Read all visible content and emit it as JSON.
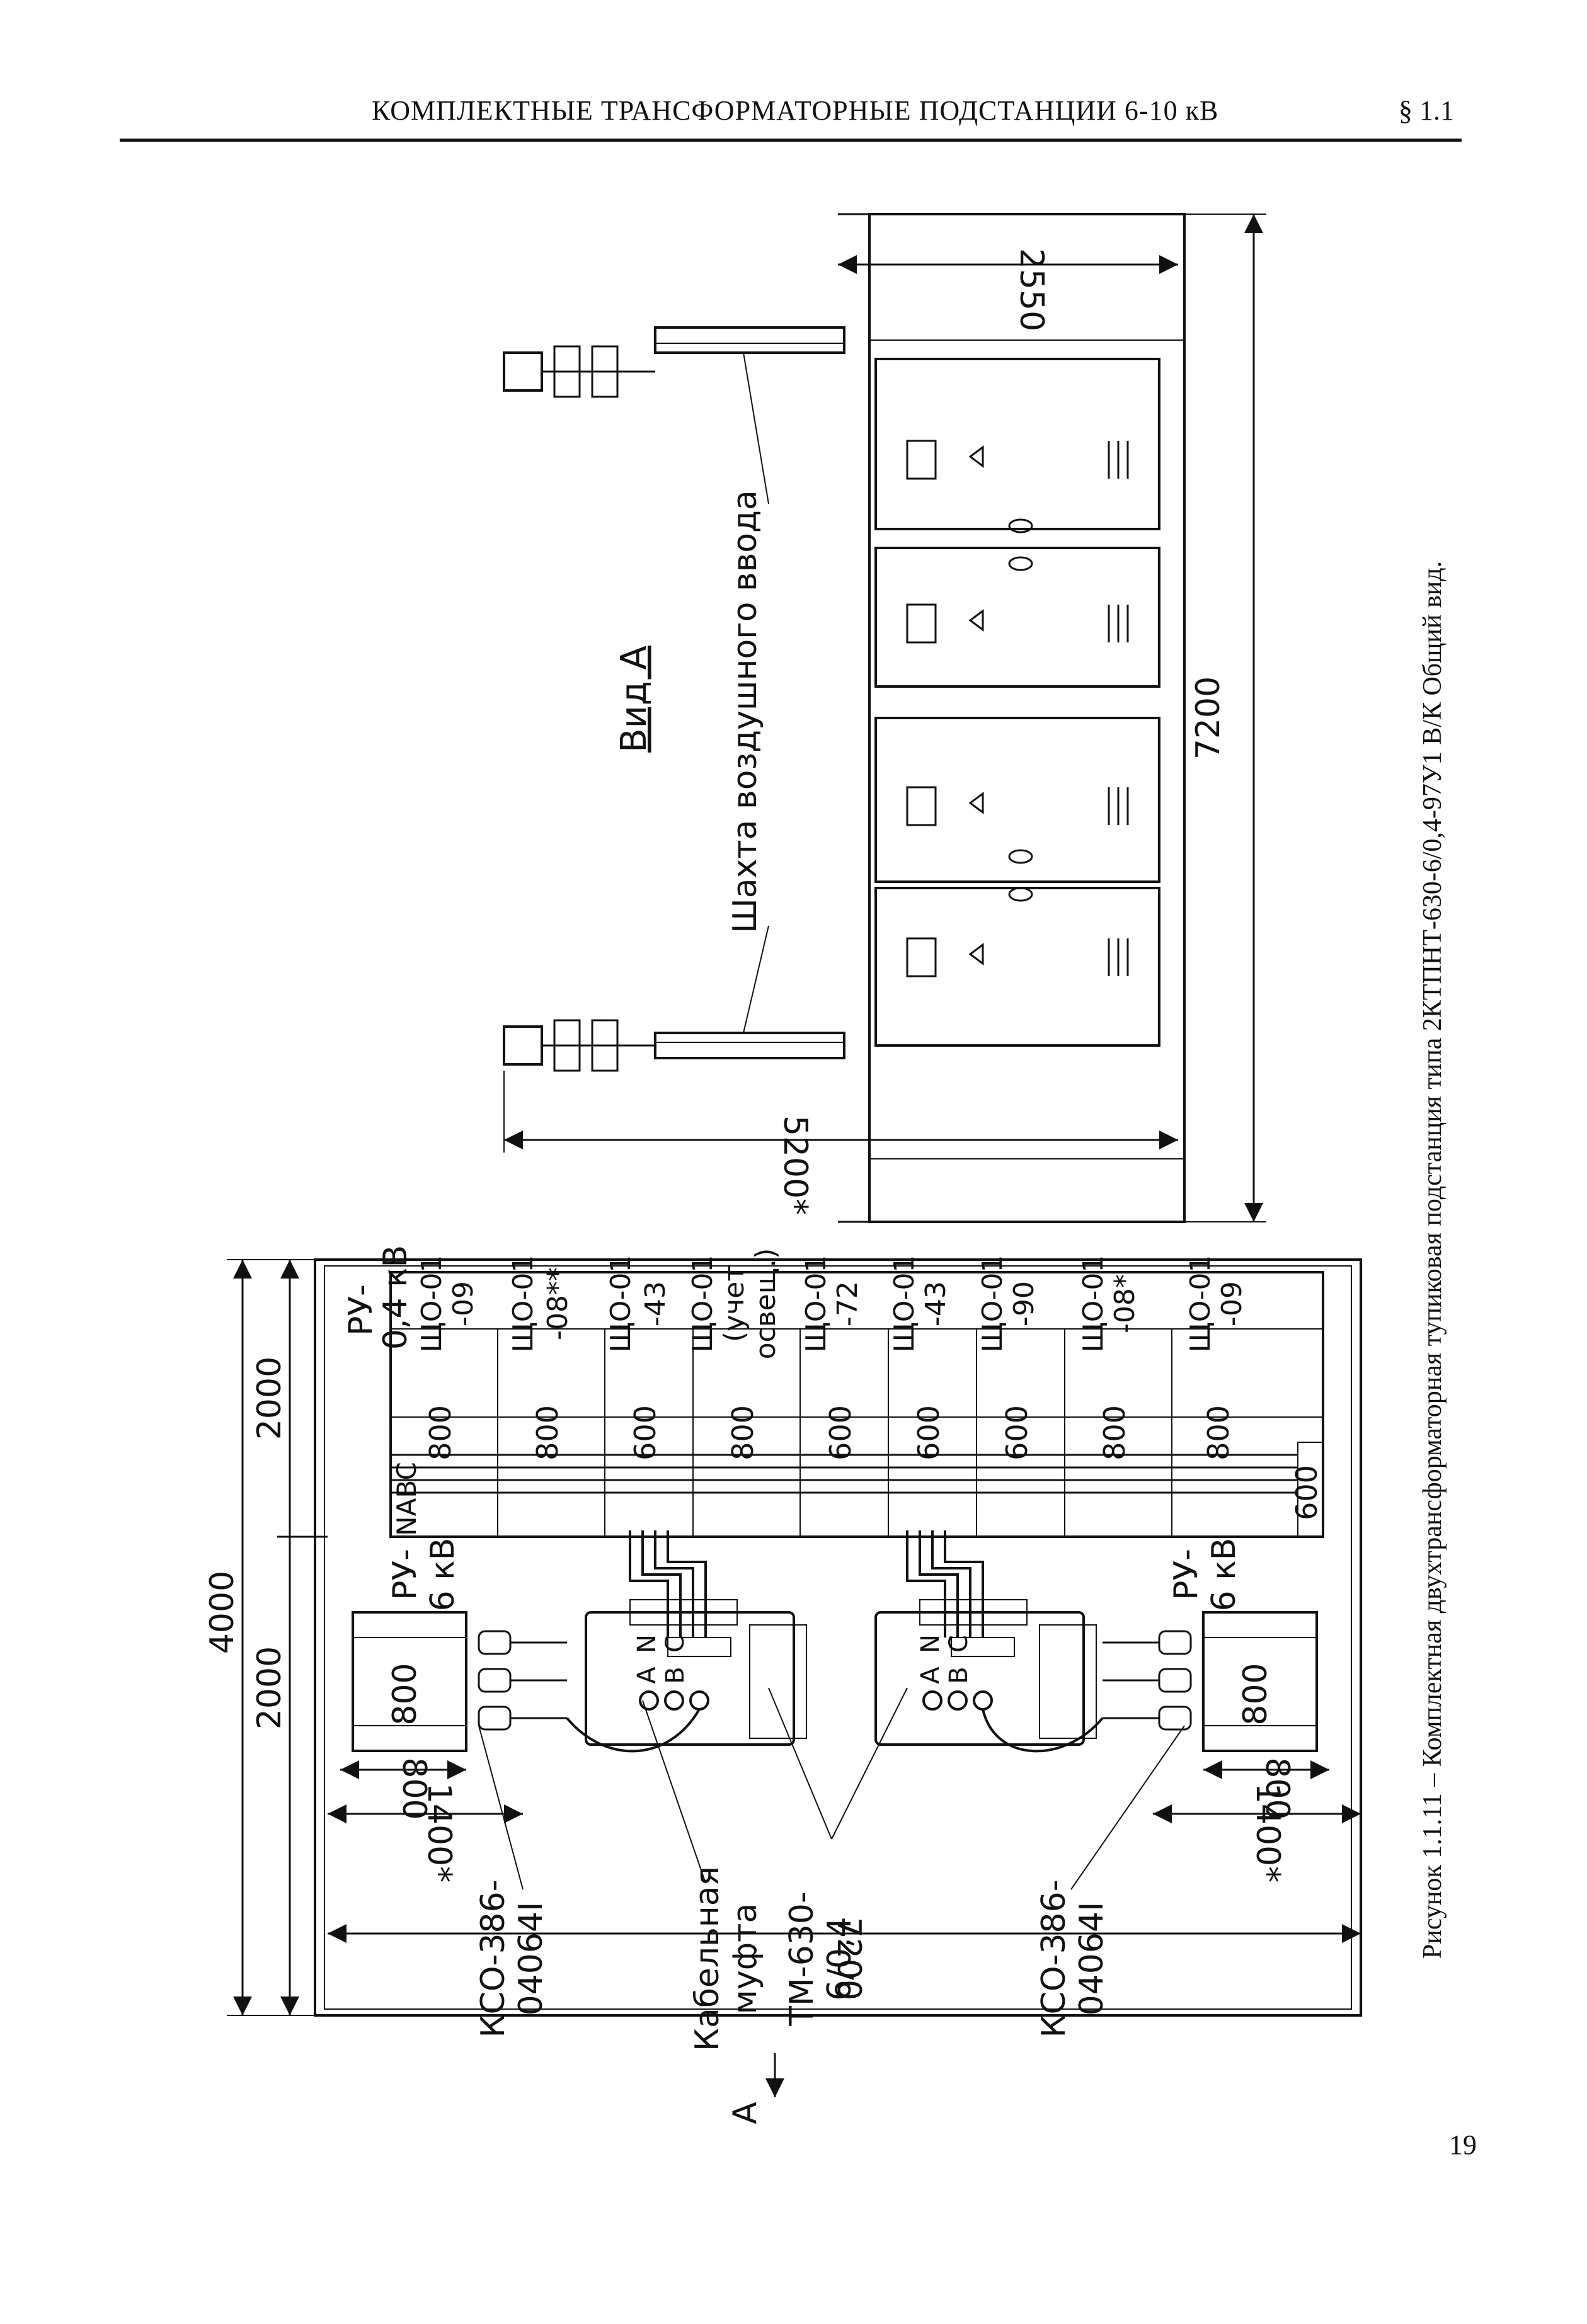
{
  "header": {
    "title": "КОМПЛЕКТНЫЕ ТРАНСФОРМАТОРНЫЕ ПОДСТАНЦИИ 6-10 кВ",
    "section": "§ 1.1"
  },
  "caption": "Рисунок 1.1.11 – Комплектная двухтрансформаторная тупиковая подстанция типа 2КТПНТ-630-6/0,4-97У1 В/К  Общий вид.",
  "page_number": "19",
  "plan_view": {
    "dim_total_width": "4000",
    "dim_half_left": "2000",
    "dim_half_right": "2000",
    "dim_total_length": "7200",
    "dim_entry_top": "1400*",
    "dim_entry_bottom": "1400*",
    "dim_kso_top": "800",
    "dim_kso_bottom": "800",
    "kso_body_top": "800",
    "kso_body_bottom": "800",
    "ru6_top": "РУ-\n6 кВ",
    "ru6_top_line1": "РУ-",
    "ru6_top_line2": "6 кВ",
    "ru6_bottom_line1": "РУ-",
    "ru6_bottom_line2": "6 кВ",
    "ru04_line1": "РУ-",
    "ru04_line2": "0,4 кВ",
    "busbar_label": "NABC",
    "busbar_end": "600",
    "view_arrow": "А",
    "panels": [
      {
        "width": "800",
        "line1": "ЩО-01",
        "line2": "-09"
      },
      {
        "width": "800",
        "line1": "ЩО-01",
        "line2": "-08**"
      },
      {
        "width": "600",
        "line1": "ЩО-01",
        "line2": "-43"
      },
      {
        "width": "800",
        "line1": "ЩО-01",
        "line2": "(учет",
        "line3": "освещ.)"
      },
      {
        "width": "600",
        "line1": "ЩО-01",
        "line2": "-72"
      },
      {
        "width": "600",
        "line1": "ЩО-01",
        "line2": "-43"
      },
      {
        "width": "600",
        "line1": "ЩО-01",
        "line2": "-90"
      },
      {
        "width": "800",
        "line1": "ЩО-01",
        "line2": "-08*"
      },
      {
        "width": "800",
        "line1": "ЩО-01",
        "line2": "-09"
      }
    ],
    "transformer_terminals": "AN\nBC",
    "terminal_a": "A",
    "terminal_n": "N",
    "terminal_b": "B",
    "terminal_c": "C",
    "labels": {
      "kso_top_1": "КСО-386-",
      "kso_top_2": "04064I",
      "cable_1": "Кабельная",
      "cable_2": "муфта",
      "tm_1": "ТМ-630-",
      "tm_2": "6/0,4",
      "kso_bottom_1": "КСО-386-",
      "kso_bottom_2": "04064I"
    }
  },
  "side_view": {
    "title": "Вид А",
    "shaft_label": "Шахта воздушного ввода",
    "dim_height": "2550",
    "dim_length": "7200",
    "dim_entry": "5200*"
  }
}
